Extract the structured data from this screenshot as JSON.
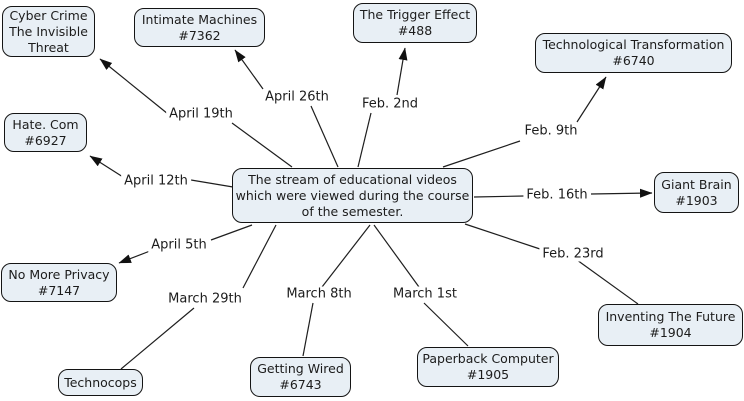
{
  "nodes": {
    "center": {
      "lines": [
        "The stream of educational videos",
        "which were viewed during the course",
        "of the semester."
      ]
    },
    "cyber_crime": {
      "lines": [
        "Cyber Crime",
        "The Invisible",
        "Threat"
      ]
    },
    "intimate_machines": {
      "lines": [
        "Intimate Machines",
        "#7362"
      ]
    },
    "trigger_effect": {
      "lines": [
        "The Trigger Effect",
        "#488"
      ]
    },
    "tech_transformation": {
      "lines": [
        "Technological Transformation",
        "#6740"
      ]
    },
    "hate_com": {
      "lines": [
        "Hate. Com",
        "#6927"
      ]
    },
    "giant_brain": {
      "lines": [
        "Giant Brain",
        "#1903"
      ]
    },
    "no_more_privacy": {
      "lines": [
        "No More Privacy",
        "#7147"
      ]
    },
    "inventing_future": {
      "lines": [
        "Inventing The Future",
        "#1904"
      ]
    },
    "technocops": {
      "lines": [
        "Technocops"
      ]
    },
    "getting_wired": {
      "lines": [
        "Getting Wired",
        "#6743"
      ]
    },
    "paperback_computer": {
      "lines": [
        "Paperback Computer",
        "#1905"
      ]
    }
  },
  "edges": {
    "feb_2": {
      "label": "Feb. 2nd",
      "target": "trigger_effect"
    },
    "feb_9": {
      "label": "Feb. 9th",
      "target": "tech_transformation"
    },
    "feb_16": {
      "label": "Feb. 16th",
      "target": "giant_brain"
    },
    "feb_23": {
      "label": "Feb. 23rd",
      "target": "inventing_future"
    },
    "march_1": {
      "label": "March 1st",
      "target": "paperback_computer"
    },
    "march_8": {
      "label": "March 8th",
      "target": "getting_wired"
    },
    "march_29": {
      "label": "March 29th",
      "target": "technocops"
    },
    "april_5": {
      "label": "April 5th",
      "target": "no_more_privacy"
    },
    "april_12": {
      "label": "April 12th",
      "target": "hate_com"
    },
    "april_19": {
      "label": "April 19th",
      "target": "cyber_crime"
    },
    "april_26": {
      "label": "April 26th",
      "target": "intimate_machines"
    }
  },
  "colors": {
    "node_fill": "#e8eff5",
    "node_border": "#141414",
    "connector": "#1e1e1e",
    "text": "#1c1c1c",
    "background": "#ffffff"
  }
}
